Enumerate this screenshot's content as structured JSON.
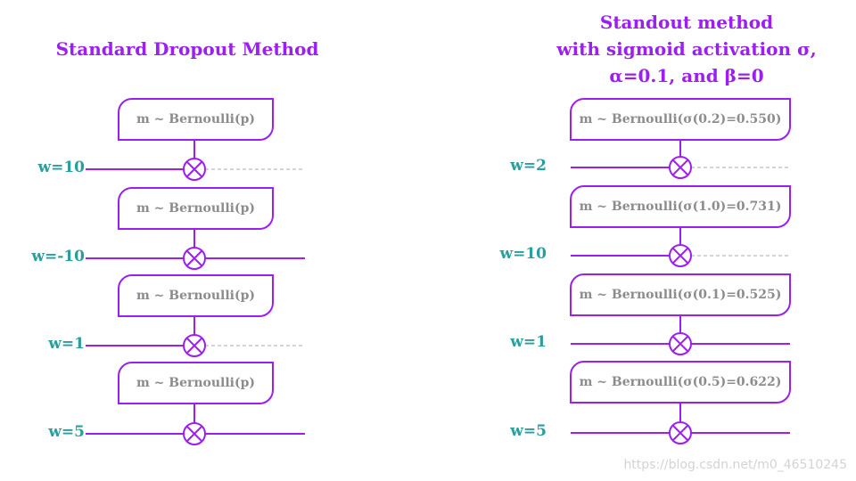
{
  "left": {
    "title": "Standard Dropout Method",
    "rows": [
      {
        "box": "m ~ Bernoulli(p)",
        "weight": "w=10",
        "dropped": true
      },
      {
        "box": "m ~ Bernoulli(p)",
        "weight": "w=-10",
        "dropped": false
      },
      {
        "box": "m ~ Bernoulli(p)",
        "weight": "w=1",
        "dropped": true
      },
      {
        "box": "m ~ Bernoulli(p)",
        "weight": "w=5",
        "dropped": false
      }
    ]
  },
  "right": {
    "title_lines": [
      "Standout method",
      "with sigmoid activation σ,",
      "α=0.1, and β=0"
    ],
    "rows": [
      {
        "box": "m ~ Bernoulli(σ(0.2)=0.550)",
        "weight": "w=2",
        "dropped": true
      },
      {
        "box": "m ~ Bernoulli(σ(1.0)=0.731)",
        "weight": "w=10",
        "dropped": true
      },
      {
        "box": "m ~ Bernoulli(σ(0.1)=0.525)",
        "weight": "w=1",
        "dropped": false
      },
      {
        "box": "m ~ Bernoulli(σ(0.5)=0.622)",
        "weight": "w=5",
        "dropped": false
      }
    ]
  },
  "watermark": "https://blog.csdn.net/m0_46510245",
  "colors": {
    "accent": "#9b1ff0",
    "weight_label": "#2a9d9d",
    "box_text": "#8c8c8c",
    "dashed_line": "#aaaaaa"
  }
}
